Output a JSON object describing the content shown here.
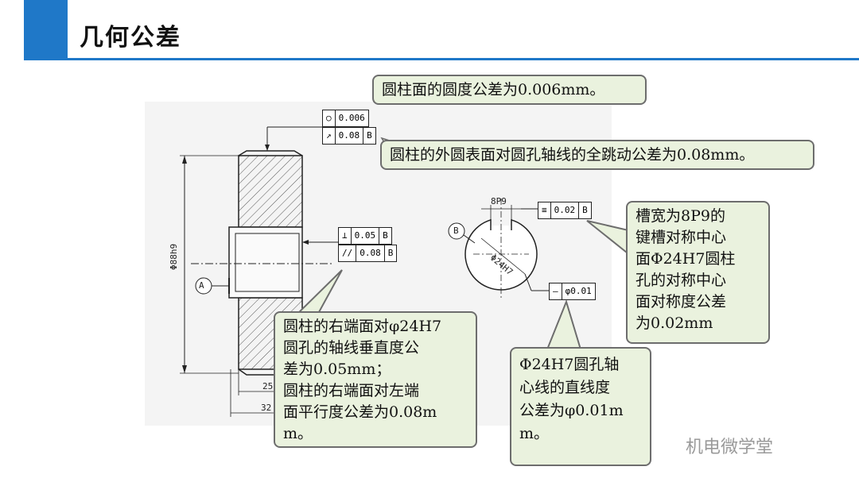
{
  "title": "几何公差",
  "callouts": {
    "roundness": "圆柱面的圆度公差为0.006mm。",
    "runout": "圆柱的外圆表面对圆孔轴线的全跳动公差为0.08mm。",
    "symmetry": "槽宽为8P9的\n键槽对称中心\n面Φ24H7圆柱\n孔的对称中心\n面对称度公差\n为0.02mm",
    "perpendicular": "圆柱的右端面对φ24H7\n圆孔的轴线垂直度公\n差为0.05mm；\n圆柱的右端面对左端\n面平行度公差为0.08m\nm。",
    "straightness": "Φ24H7圆孔轴\n心线的直线度\n公差为φ0.01m\nm。"
  },
  "fcf": {
    "roundness": {
      "value": "0.006"
    },
    "runout": {
      "value": "0.08",
      "datum": "B"
    },
    "perp": {
      "value": "0.05",
      "datum": "B"
    },
    "parallel": {
      "value": "0.08",
      "datum": "B"
    },
    "sym": {
      "value": "0.02",
      "datum": "B"
    },
    "straight": {
      "value": "φ0.01"
    }
  },
  "labels": {
    "datum_a": "A",
    "datum_b": "B",
    "dia": "Φ88h9",
    "slot": "8P9",
    "bore": "Φ24H7",
    "dim25": "25",
    "dim32": "32"
  },
  "watermark": "机电微学堂"
}
